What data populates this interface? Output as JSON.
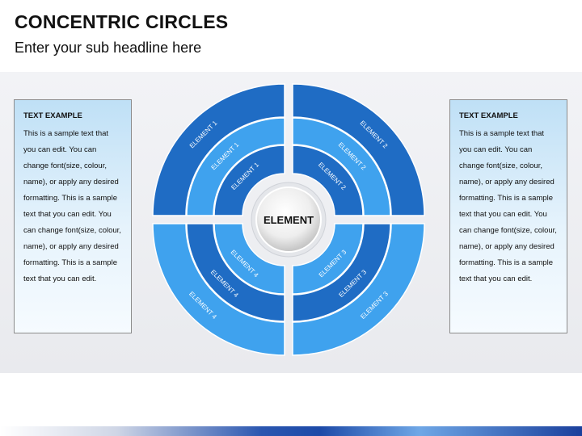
{
  "header": {
    "title": "CONCENTRIC CIRCLES",
    "subtitle": "Enter your sub headline here"
  },
  "left_box": {
    "heading": "TEXT EXAMPLE",
    "body": "This is a sample text that you can edit. You can change font(size, colour, name), or apply any desired formatting. This is a sample text that you can edit.  You can change font(size, colour, name), or apply any desired formatting. This is a sample text that you can edit."
  },
  "right_box": {
    "heading": "TEXT EXAMPLE",
    "body": "This is a sample text that you can edit. You can change font(size, colour, name), or apply any desired formatting. This is a sample text that you can edit.  You can change font(size, colour, name), or apply any desired formatting. This is a sample text that you can edit."
  },
  "diagram": {
    "center_label": "ELEMENT",
    "colors": {
      "dark": "#1f6cc4",
      "light": "#3fa2ee",
      "stroke": "#ffffff"
    },
    "rings": [
      {
        "ring": "outer",
        "segments": [
          {
            "quadrant": "top-left",
            "label": "ELEMENT 1",
            "shade": "dark"
          },
          {
            "quadrant": "top-right",
            "label": "ELEMENT 2",
            "shade": "dark"
          },
          {
            "quadrant": "bottom-right",
            "label": "ELEMENT 3",
            "shade": "light"
          },
          {
            "quadrant": "bottom-left",
            "label": "ELEMENT 4",
            "shade": "light"
          }
        ]
      },
      {
        "ring": "middle",
        "segments": [
          {
            "quadrant": "top-left",
            "label": "ELEMENT 1",
            "shade": "light"
          },
          {
            "quadrant": "top-right",
            "label": "ELEMENT 2",
            "shade": "light"
          },
          {
            "quadrant": "bottom-right",
            "label": "ELEMENT 3",
            "shade": "dark"
          },
          {
            "quadrant": "bottom-left",
            "label": "ELEMENT 4",
            "shade": "dark"
          }
        ]
      },
      {
        "ring": "inner",
        "segments": [
          {
            "quadrant": "top-left",
            "label": "ELEMENT 1",
            "shade": "dark"
          },
          {
            "quadrant": "top-right",
            "label": "ELEMENT 2",
            "shade": "dark"
          },
          {
            "quadrant": "bottom-right",
            "label": "ELEMENT 3",
            "shade": "light"
          },
          {
            "quadrant": "bottom-left",
            "label": "ELEMENT 4",
            "shade": "light"
          }
        ]
      }
    ]
  }
}
